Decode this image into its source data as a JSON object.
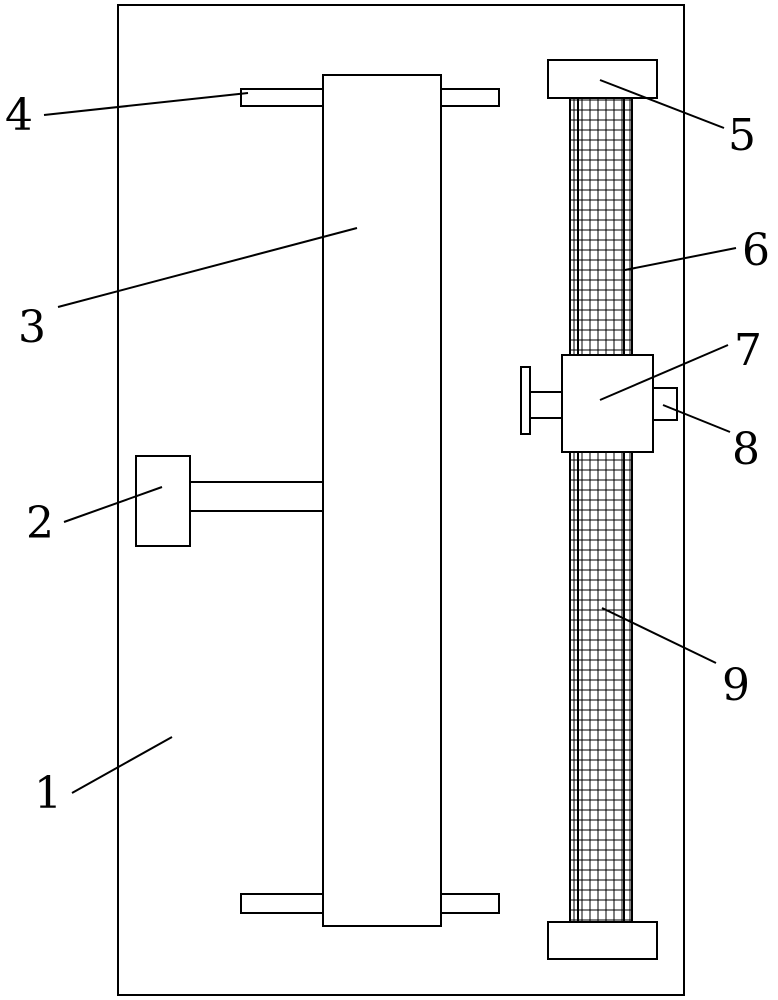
{
  "labels": {
    "plate": "1",
    "side_box": "2",
    "center_column": "3",
    "crossbar": "4",
    "end_cap": "5",
    "rail": "6",
    "slider": "7",
    "pin": "8",
    "mesh": "9"
  },
  "colors": {
    "stroke": "#000000",
    "fill": "#ffffff"
  }
}
